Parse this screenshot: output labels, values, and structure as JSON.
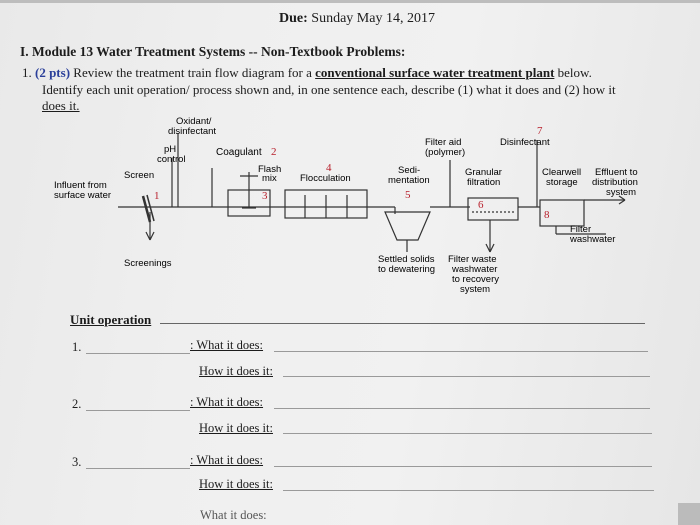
{
  "header": {
    "due_label": "Due:",
    "due_date": "Sunday May 14, 2017"
  },
  "module_title": "I. Module 13 Water Treatment Systems -- Non-Textbook Problems:",
  "question": {
    "number": "1.",
    "points": "(2 pts)",
    "line1_a": "Review the treatment train flow diagram for a",
    "line1_emph": "conventional surface water treatment plant",
    "line1_b": "below.",
    "line2_a": "Identify each unit operation/ process shown and, in one sentence each, describe (1)",
    "line2_ul1": "what it does",
    "line2_b": "and (2)",
    "line2_ul2": "how it",
    "line3": "does it."
  },
  "diagram": {
    "labels": {
      "oxidant": "Oxidant/",
      "disinfectant": "disinfectant",
      "ph": "pH",
      "control": "control",
      "coagulant": "Coagulant",
      "coagulant_num": "2",
      "flash": "Flash",
      "mix": "mix",
      "screen": "Screen",
      "influent1": "Influent from",
      "influent2": "surface water",
      "flocculation": "Flocculation",
      "sedi1": "Sedi-",
      "sedi2": "mentation",
      "filter_aid1": "Filter aid",
      "filter_aid2": "(polymer)",
      "granular1": "Granular",
      "granular2": "filtration",
      "disinfectant_top": "Disinfectant",
      "clearwell1": "Clearwell",
      "clearwell2": "storage",
      "effluent1": "Effluent to",
      "effluent2": "distribution",
      "effluent3": "system",
      "filter_washwater1": "Filter",
      "filter_washwater2": "washwater",
      "screenings": "Screenings",
      "settled1": "Settled solids",
      "settled2": "to dewatering",
      "fww1": "Filter waste",
      "fww2": "washwater",
      "fww3": "to recovery",
      "fww4": "system"
    },
    "numbers": {
      "n1": "1",
      "n3": "3",
      "n4": "4",
      "n5": "5",
      "n6": "6",
      "n7": "7",
      "n8": "8"
    }
  },
  "unit_operation": {
    "heading": "Unit operation",
    "items": [
      {
        "num": "1.",
        "what": ": What it does:",
        "how": "How it does it:"
      },
      {
        "num": "2.",
        "what": ": What it does:",
        "how": "How it does it:"
      },
      {
        "num": "3.",
        "what": ": What it does:",
        "how": "How it does it:"
      }
    ],
    "cutoff": "What it does:"
  },
  "colors": {
    "red": "#b8202c",
    "blue": "#2a3f9a"
  }
}
